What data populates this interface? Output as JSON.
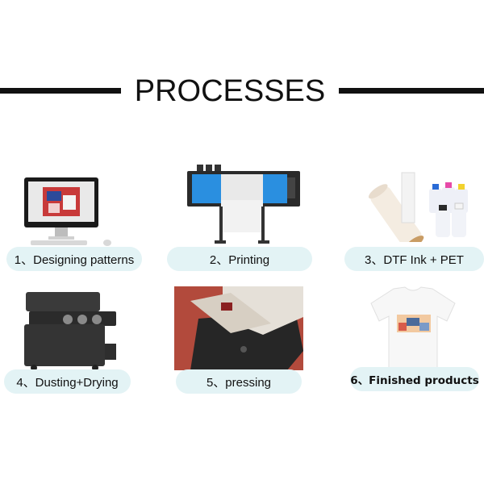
{
  "header": {
    "title": "PROCESSES"
  },
  "steps": [
    {
      "label": "1、Designing patterns",
      "icon": "computer-monitor-icon"
    },
    {
      "label": "2、Printing",
      "icon": "dtf-printer-icon"
    },
    {
      "label": "3、DTF Ink + PET",
      "icon": "pet-film-and-ink-bottles-icon"
    },
    {
      "label": "4、Dusting+Drying",
      "icon": "powder-shaker-dryer-icon"
    },
    {
      "label": "5、pressing",
      "icon": "heat-press-icon"
    },
    {
      "label": "6、Finished products",
      "icon": "printed-tshirt-icon"
    }
  ]
}
